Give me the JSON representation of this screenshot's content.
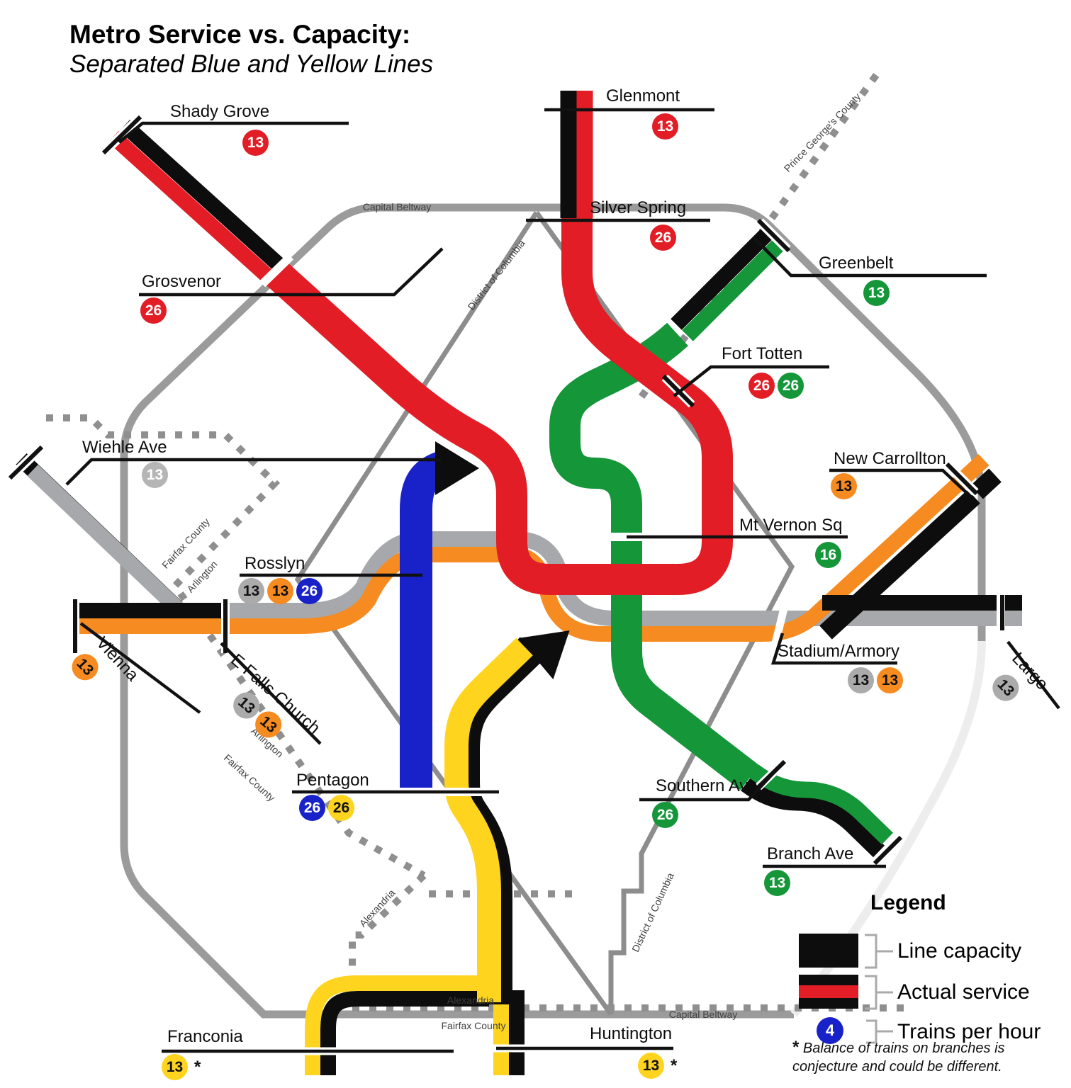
{
  "title": {
    "line1": "Metro Service vs. Capacity:",
    "line2": "Separated Blue and Yellow Lines"
  },
  "stations": [
    {
      "name": "Shady Grove",
      "badges": [
        {
          "value": "13",
          "color": "red"
        }
      ]
    },
    {
      "name": "Glenmont",
      "badges": [
        {
          "value": "13",
          "color": "red"
        }
      ]
    },
    {
      "name": "Silver Spring",
      "badges": [
        {
          "value": "26",
          "color": "red"
        }
      ]
    },
    {
      "name": "Greenbelt",
      "badges": [
        {
          "value": "13",
          "color": "green"
        }
      ]
    },
    {
      "name": "Fort Totten",
      "badges": [
        {
          "value": "26",
          "color": "red"
        },
        {
          "value": "26",
          "color": "green"
        }
      ]
    },
    {
      "name": "Grosvenor",
      "badges": [
        {
          "value": "26",
          "color": "red"
        }
      ]
    },
    {
      "name": "Wiehle Ave",
      "badges": [
        {
          "value": "13",
          "color": "silver-light"
        }
      ]
    },
    {
      "name": "New Carrollton",
      "badges": [
        {
          "value": "13",
          "color": "orange"
        }
      ]
    },
    {
      "name": "Mt Vernon Sq",
      "badges": [
        {
          "value": "16",
          "color": "green"
        }
      ]
    },
    {
      "name": "Rosslyn",
      "badges": [
        {
          "value": "13",
          "color": "silver"
        },
        {
          "value": "13",
          "color": "orange"
        },
        {
          "value": "26",
          "color": "blue"
        }
      ]
    },
    {
      "name": "E Falls Church",
      "badges": [
        {
          "value": "13",
          "color": "silver"
        },
        {
          "value": "13",
          "color": "orange"
        }
      ]
    },
    {
      "name": "Vienna",
      "badges": [
        {
          "value": "13",
          "color": "orange"
        }
      ]
    },
    {
      "name": "Pentagon",
      "badges": [
        {
          "value": "26",
          "color": "blue"
        },
        {
          "value": "26",
          "color": "yellow"
        }
      ]
    },
    {
      "name": "Stadium/Armory",
      "badges": [
        {
          "value": "13",
          "color": "silver"
        },
        {
          "value": "13",
          "color": "orange"
        }
      ]
    },
    {
      "name": "Largo",
      "badges": [
        {
          "value": "13",
          "color": "silver"
        }
      ]
    },
    {
      "name": "Southern Ave",
      "badges": [
        {
          "value": "26",
          "color": "green"
        }
      ]
    },
    {
      "name": "Branch Ave",
      "badges": [
        {
          "value": "13",
          "color": "green"
        }
      ]
    },
    {
      "name": "Franconia",
      "badges": [
        {
          "value": "13",
          "color": "yellow"
        }
      ],
      "note": "*"
    },
    {
      "name": "Huntington",
      "badges": [
        {
          "value": "13",
          "color": "yellow"
        }
      ],
      "note": "*"
    }
  ],
  "boundary_labels": [
    {
      "text": "Capital Beltway"
    },
    {
      "text": "Capital Beltway"
    },
    {
      "text": "District of Columbia"
    },
    {
      "text": "District of Columbia"
    },
    {
      "text": "Prince George's County"
    },
    {
      "text": "Fairfax County"
    },
    {
      "text": "Arlington"
    },
    {
      "text": "Arlington"
    },
    {
      "text": "Fairfax County"
    },
    {
      "text": "Alexandria"
    },
    {
      "text": "Alexandria"
    },
    {
      "text": "Fairfax County"
    }
  ],
  "legend": {
    "heading": "Legend",
    "items": [
      {
        "swatch": "black-bar",
        "label": "Line capacity"
      },
      {
        "swatch": "red-on-black-bar",
        "label": "Actual service"
      },
      {
        "swatch": "blue-circle",
        "value": "4",
        "label": "Trains per hour"
      }
    ],
    "footnote_marker": "*",
    "footnote": "Balance of trains on branches is conjecture and could be different."
  },
  "colors": {
    "red": "#e21d25",
    "green": "#149639",
    "blue": "#1822c8",
    "yellow": "#ffd41f",
    "orange": "#f68b21",
    "silver": "#a6a8ab",
    "black": "#0d0d0d",
    "boundary_gray": "#9b9b9b"
  }
}
